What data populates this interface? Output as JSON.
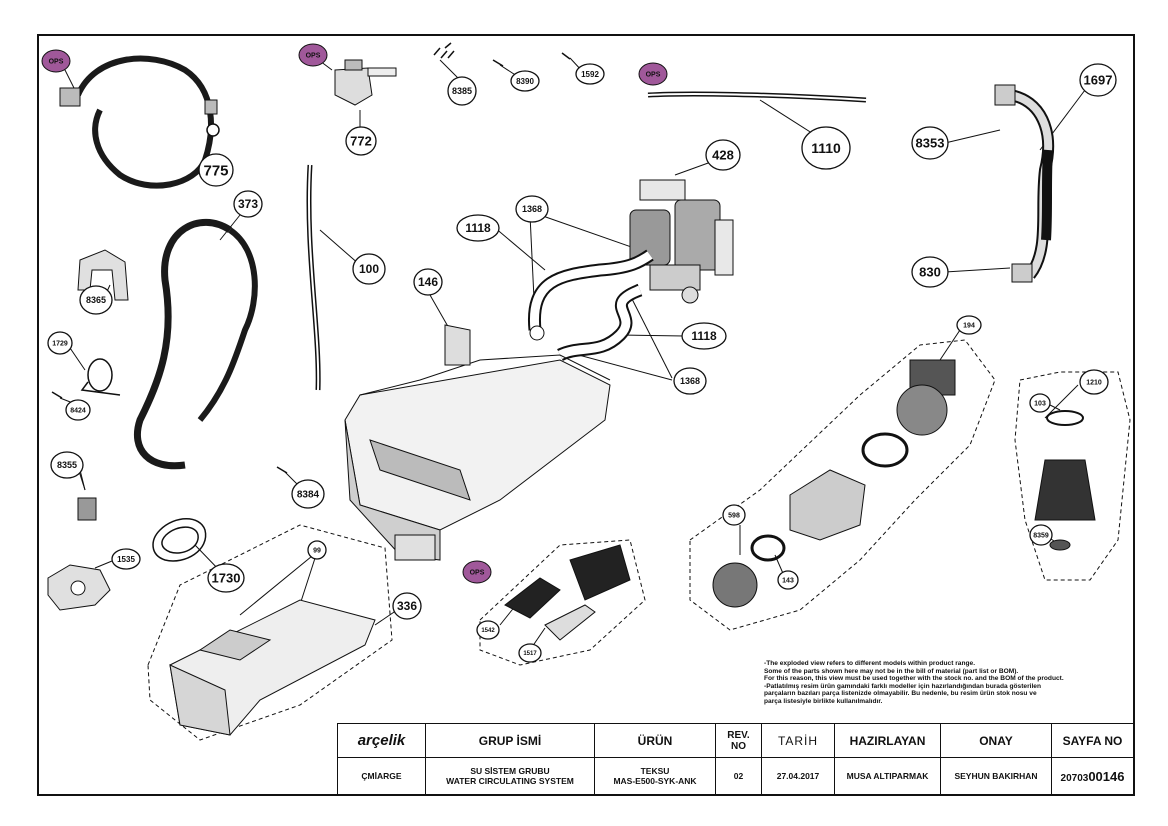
{
  "callouts": {
    "c775": "775",
    "c772": "772",
    "c8385": "8385",
    "c8390": "8390",
    "c1592": "1592",
    "c1110": "1110",
    "c1697": "1697",
    "c8353": "8353",
    "c428": "428",
    "c373": "373",
    "c100": "100",
    "c1368a": "1368",
    "c1118a": "1118",
    "c1118b": "1118",
    "c1368b": "1368",
    "c146": "146",
    "c830": "830",
    "c8365": "8365",
    "c1729": "1729",
    "c8424": "8424",
    "c194": "194",
    "c1210": "1210",
    "c103": "103",
    "c8355": "8355",
    "c8384": "8384",
    "c99": "99",
    "c336": "336",
    "c1535": "1535",
    "c1730": "1730",
    "c598": "598",
    "c143": "143",
    "c8359": "8359",
    "c1542": "1542",
    "c1517": "1517"
  },
  "ops_label": "OPS",
  "note_lines": [
    "-The exploded view refers to different models within product range.",
    "Some of the parts shown here may not be in the bill of material (part list or BOM).",
    "For this reason, this view must be used together with the stock no. and the BOM of the product.",
    "-Patlatılmış resim ürün gamındaki farklı modeller için hazırlandığından burada gösterilen",
    "parçaların bazıları parça listenizde olmayabilir. Bu nedenle, bu resim ürün stok nosu ve",
    "parça listesiyle birlikte kullanılmalıdır."
  ],
  "title_block": {
    "brand": "arçelik",
    "headers": {
      "group": "GRUP İSMİ",
      "product": "ÜRÜN",
      "rev": "REV.\nNO",
      "date": "TARİH",
      "prepared": "HAZIRLAYAN",
      "approval": "ONAY",
      "page": "SAYFA NO"
    },
    "section": "ÇMİARGE",
    "group_value_1": "SU SİSTEM GRUBU",
    "group_value_2": "WATER CIRCULATING SYSTEM",
    "product_value_1": "TEKSU",
    "product_value_2": "MAS-E500-SYK-ANK",
    "rev_value": "02",
    "date_value": "27.04.2017",
    "prepared_value": "MUSA ALTIPARMAK",
    "approval_value": "SEYHUN BAKIRHAN",
    "page_prefix": "20703",
    "page_number": "00146"
  },
  "colors": {
    "ops": "#a0589a",
    "line": "#111111",
    "hose": "#1a1a1a"
  }
}
